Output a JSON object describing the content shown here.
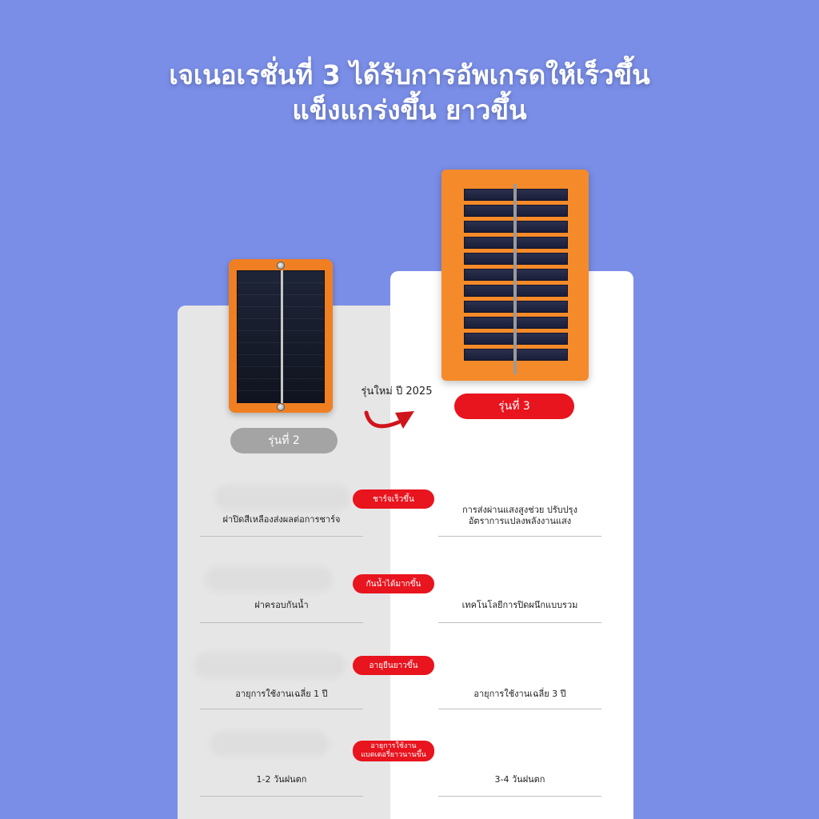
{
  "headline": {
    "line1": "เจเนอเรชั่นที่ 3 ได้รับการอัพเกรดให้เร็วขึ้น",
    "line2": "แข็งแกร่งขึ้น ยาวขึ้น"
  },
  "products": {
    "gen2_label": "รุ่นที่ 2",
    "gen3_label": "รุ่นที่ 3",
    "new_model_label": "รุ่นใหม่ ปี 2025"
  },
  "comparison": [
    {
      "feature": "ชาร์จเร็วขึ้น",
      "gen2": "ฝาปิดสีเหลืองส่งผลต่อการชาร์จ",
      "gen3_line1": "การส่งผ่านแสงสูงช่วย ปรับปรุง",
      "gen3_line2": "อัตราการแปลงพลังงานแสง"
    },
    {
      "feature": "กันน้ำได้มากขึ้น",
      "gen2": "ฝาครอบกันน้ำ",
      "gen3_line1": "เทคโนโลยีการปิดผนึกแบบรวม",
      "gen3_line2": ""
    },
    {
      "feature": "อายุยืนยาวขึ้น",
      "gen2": "อายุการใช้งานเฉลี่ย 1 ปี",
      "gen3_line1": "อายุการใช้งานเฉลี่ย 3 ปี",
      "gen3_line2": ""
    },
    {
      "feature_line1": "อายุการใช้งาน",
      "feature_line2": "แบตเตอรี่ยาวนานขึ้น",
      "gen2": "1-2 วันฝนตก",
      "gen3_line1": "3-4 วันฝนตก",
      "gen3_line2": ""
    }
  ],
  "colors": {
    "background": "#7a8ee8",
    "accent_red": "#e8141e",
    "panel_orange": "#f58a2a",
    "gen2_pill": "#a4a4a4"
  },
  "icons": {
    "arrow": "curved-arrow-icon"
  }
}
